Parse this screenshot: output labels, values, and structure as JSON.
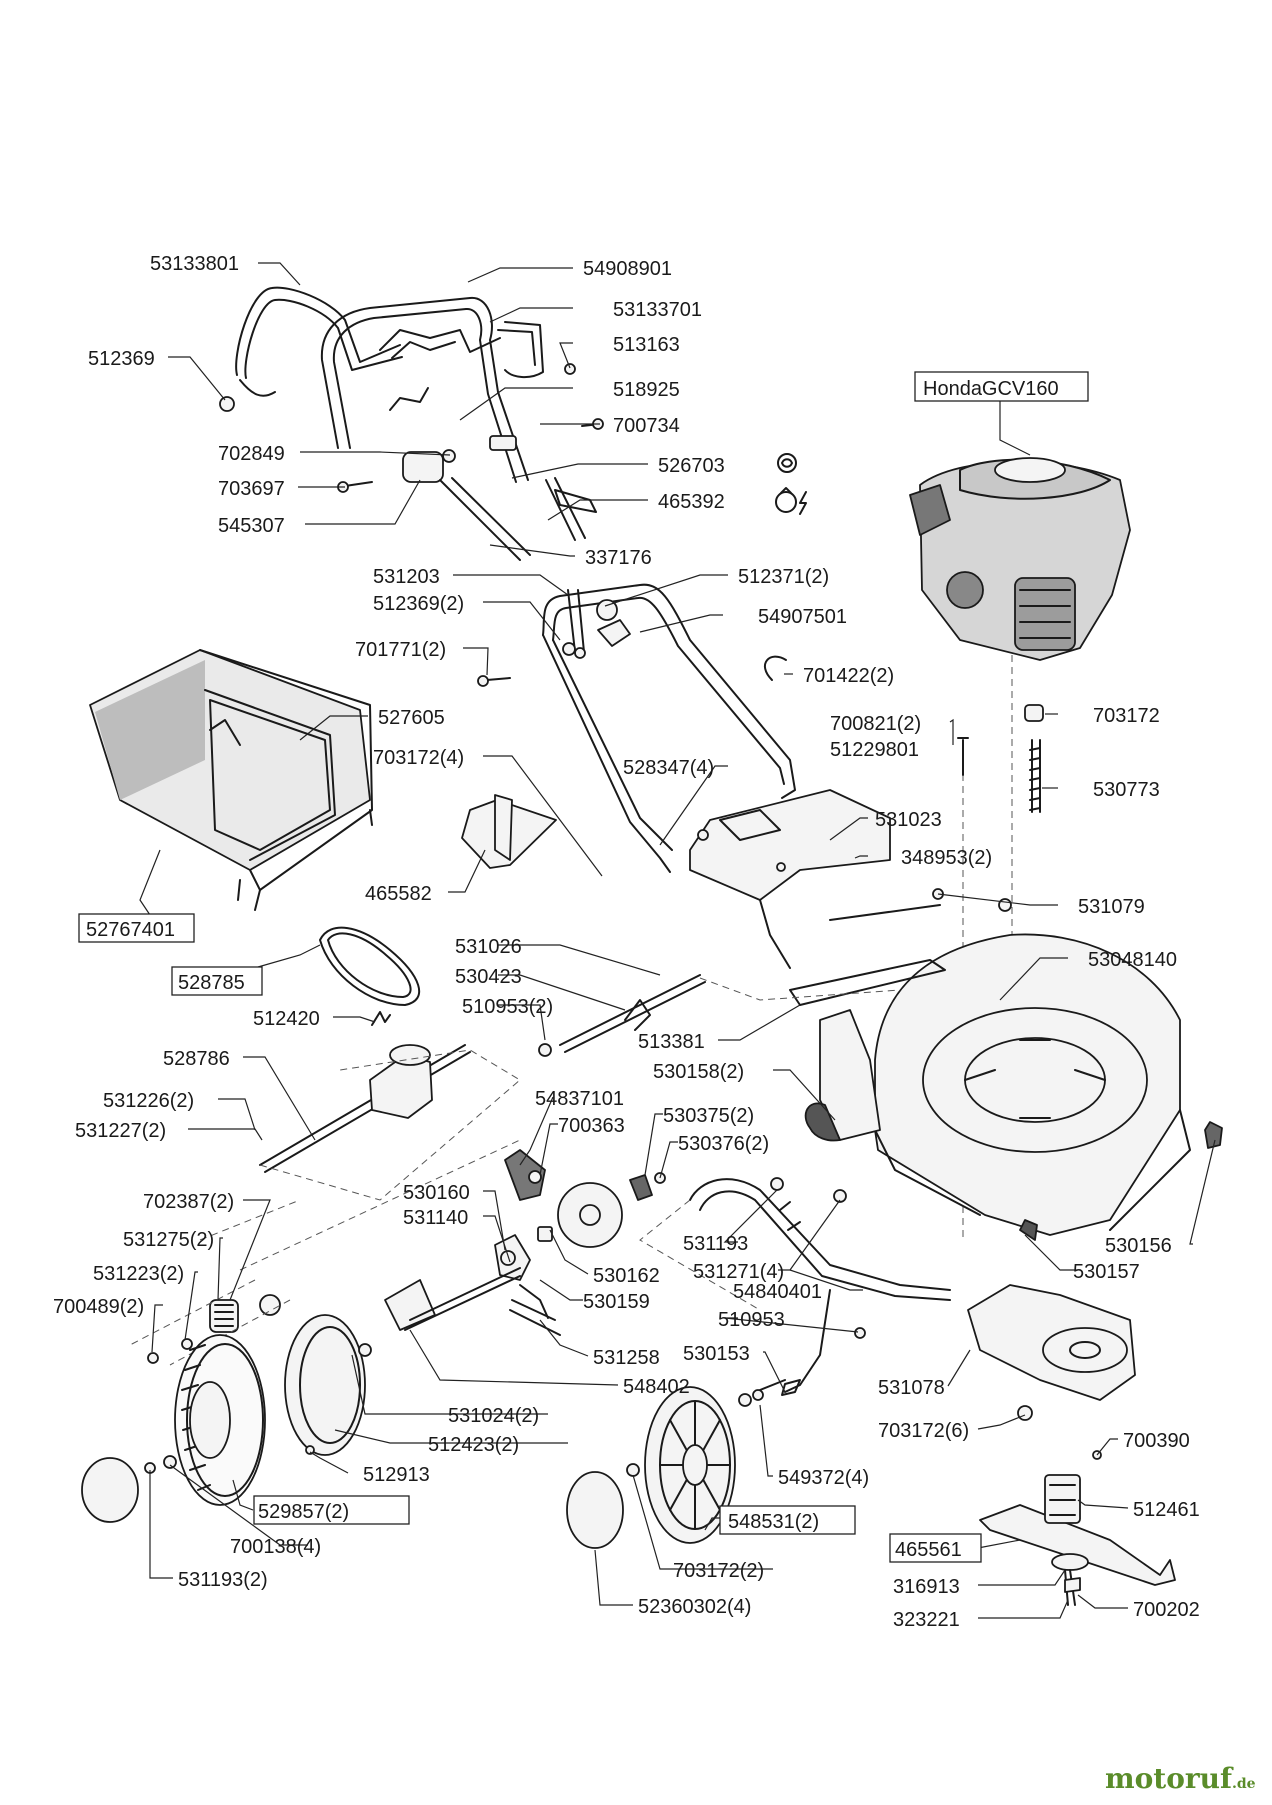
{
  "diagram": {
    "labels": {
      "l01": "53133801",
      "l02": "54908901",
      "l03": "53133701",
      "l04": "512369",
      "l05": "513163",
      "l06": "518925",
      "l07": "700734",
      "l08": "702849",
      "l09": "526703",
      "l10": "703697",
      "l11": "465392",
      "l12": "545307",
      "l13": "337176",
      "l14": "531203",
      "l15": "512371(2)",
      "l16": "512369(2)",
      "l17": "54907501",
      "l18": "701771(2)",
      "l19": "701422(2)",
      "l20": "527605",
      "l21": "700821(2)",
      "l22": "703172",
      "l23": "51229801",
      "l24": "703172(4)",
      "l25": "528347(4)",
      "l26": "530773",
      "l27": "531023",
      "l28": "348953(2)",
      "l29": "465582",
      "l30": "531079",
      "l31": "52767401",
      "l32": "531026",
      "l33": "53048140",
      "l34": "528785",
      "l35": "530423",
      "l36": "510953(2)",
      "l37": "512420",
      "l38": "513381",
      "l39": "528786",
      "l40": "530158(2)",
      "l41": "54837101",
      "l42": "531226(2)",
      "l43": "700363",
      "l44": "530375(2)",
      "l45": "531227(2)",
      "l46": "530376(2)",
      "l47": "530160",
      "l48": "531140",
      "l49": "702387(2)",
      "l50": "531193",
      "l51": "530156",
      "l52": "531275(2)",
      "l53": "531271(4)",
      "l54": "530157",
      "l55": "531223(2)",
      "l56": "530162",
      "l57": "54840401",
      "l58": "700489(2)",
      "l59": "530159",
      "l60": "510953",
      "l61": "531258",
      "l62": "530153",
      "l63": "548402",
      "l64": "531078",
      "l65": "531024(2)",
      "l66": "703172(6)",
      "l67": "700390",
      "l68": "512423(2)",
      "l69": "512913",
      "l70": "549372(4)",
      "l71": "512461",
      "l72": "529857(2)",
      "l73": "548531(2)",
      "l74": "465561",
      "l75": "700138(4)",
      "l76": "703172(2)",
      "l77": "316913",
      "l78": "531193(2)",
      "l79": "700202",
      "l80": "52360302(4)",
      "l81": "323221"
    },
    "engine_label": "HondaGCV160",
    "watermark": {
      "main": "motoruf",
      "suffix": ".de"
    }
  }
}
